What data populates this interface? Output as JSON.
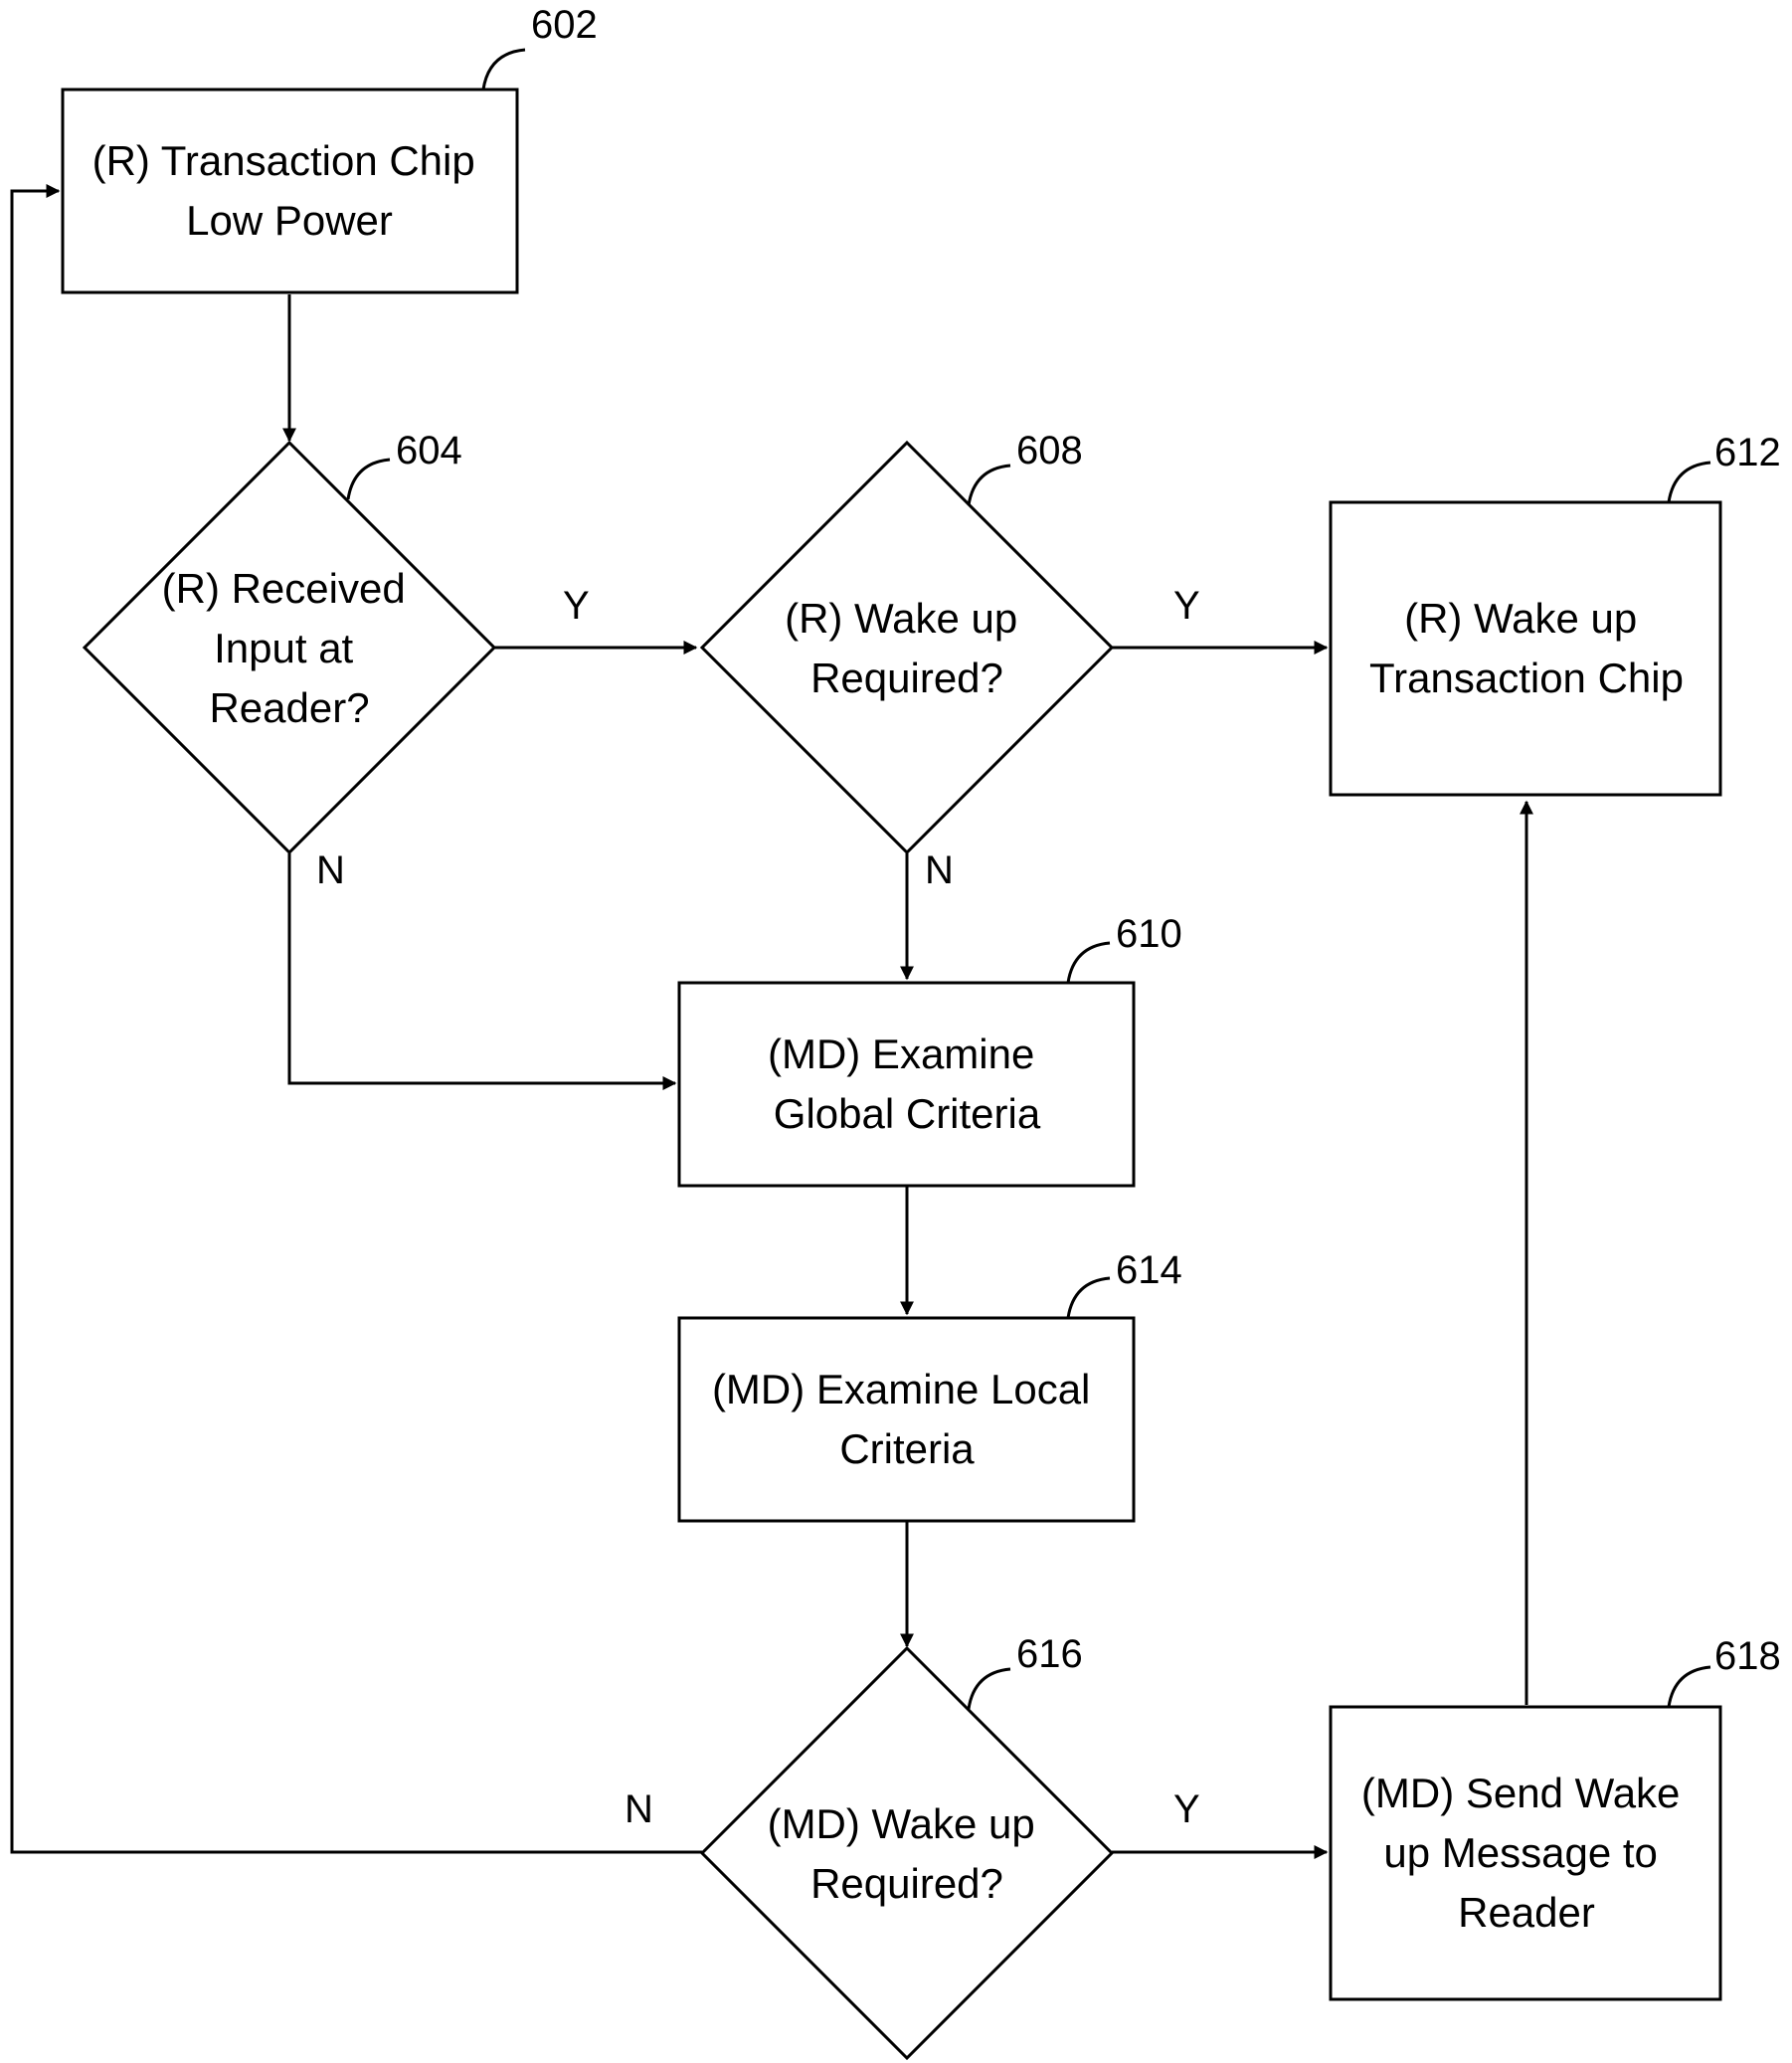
{
  "nodes": {
    "n602": {
      "ref": "602",
      "lines": [
        "(R) Transaction Chip",
        "Low Power"
      ]
    },
    "n604": {
      "ref": "604",
      "lines": [
        "(R) Received",
        "Input at",
        "Reader?"
      ]
    },
    "n608": {
      "ref": "608",
      "lines": [
        "(R) Wake up",
        "Required?"
      ]
    },
    "n612": {
      "ref": "612",
      "lines": [
        "(R) Wake up",
        "Transaction Chip"
      ]
    },
    "n610": {
      "ref": "610",
      "lines": [
        "(MD) Examine",
        "Global Criteria"
      ]
    },
    "n614": {
      "ref": "614",
      "lines": [
        "(MD) Examine Local",
        "Criteria"
      ]
    },
    "n616": {
      "ref": "616",
      "lines": [
        "(MD) Wake up",
        "Required?"
      ]
    },
    "n618": {
      "ref": "618",
      "lines": [
        "(MD) Send Wake",
        "up Message to",
        "Reader"
      ]
    }
  },
  "edges": {
    "e604_608": "Y",
    "e604_610": "N",
    "e608_612": "Y",
    "e608_610": "N",
    "e616_618": "Y",
    "e616_602": "N"
  },
  "colors": {
    "stroke": "#000000",
    "fill": "#ffffff"
  }
}
